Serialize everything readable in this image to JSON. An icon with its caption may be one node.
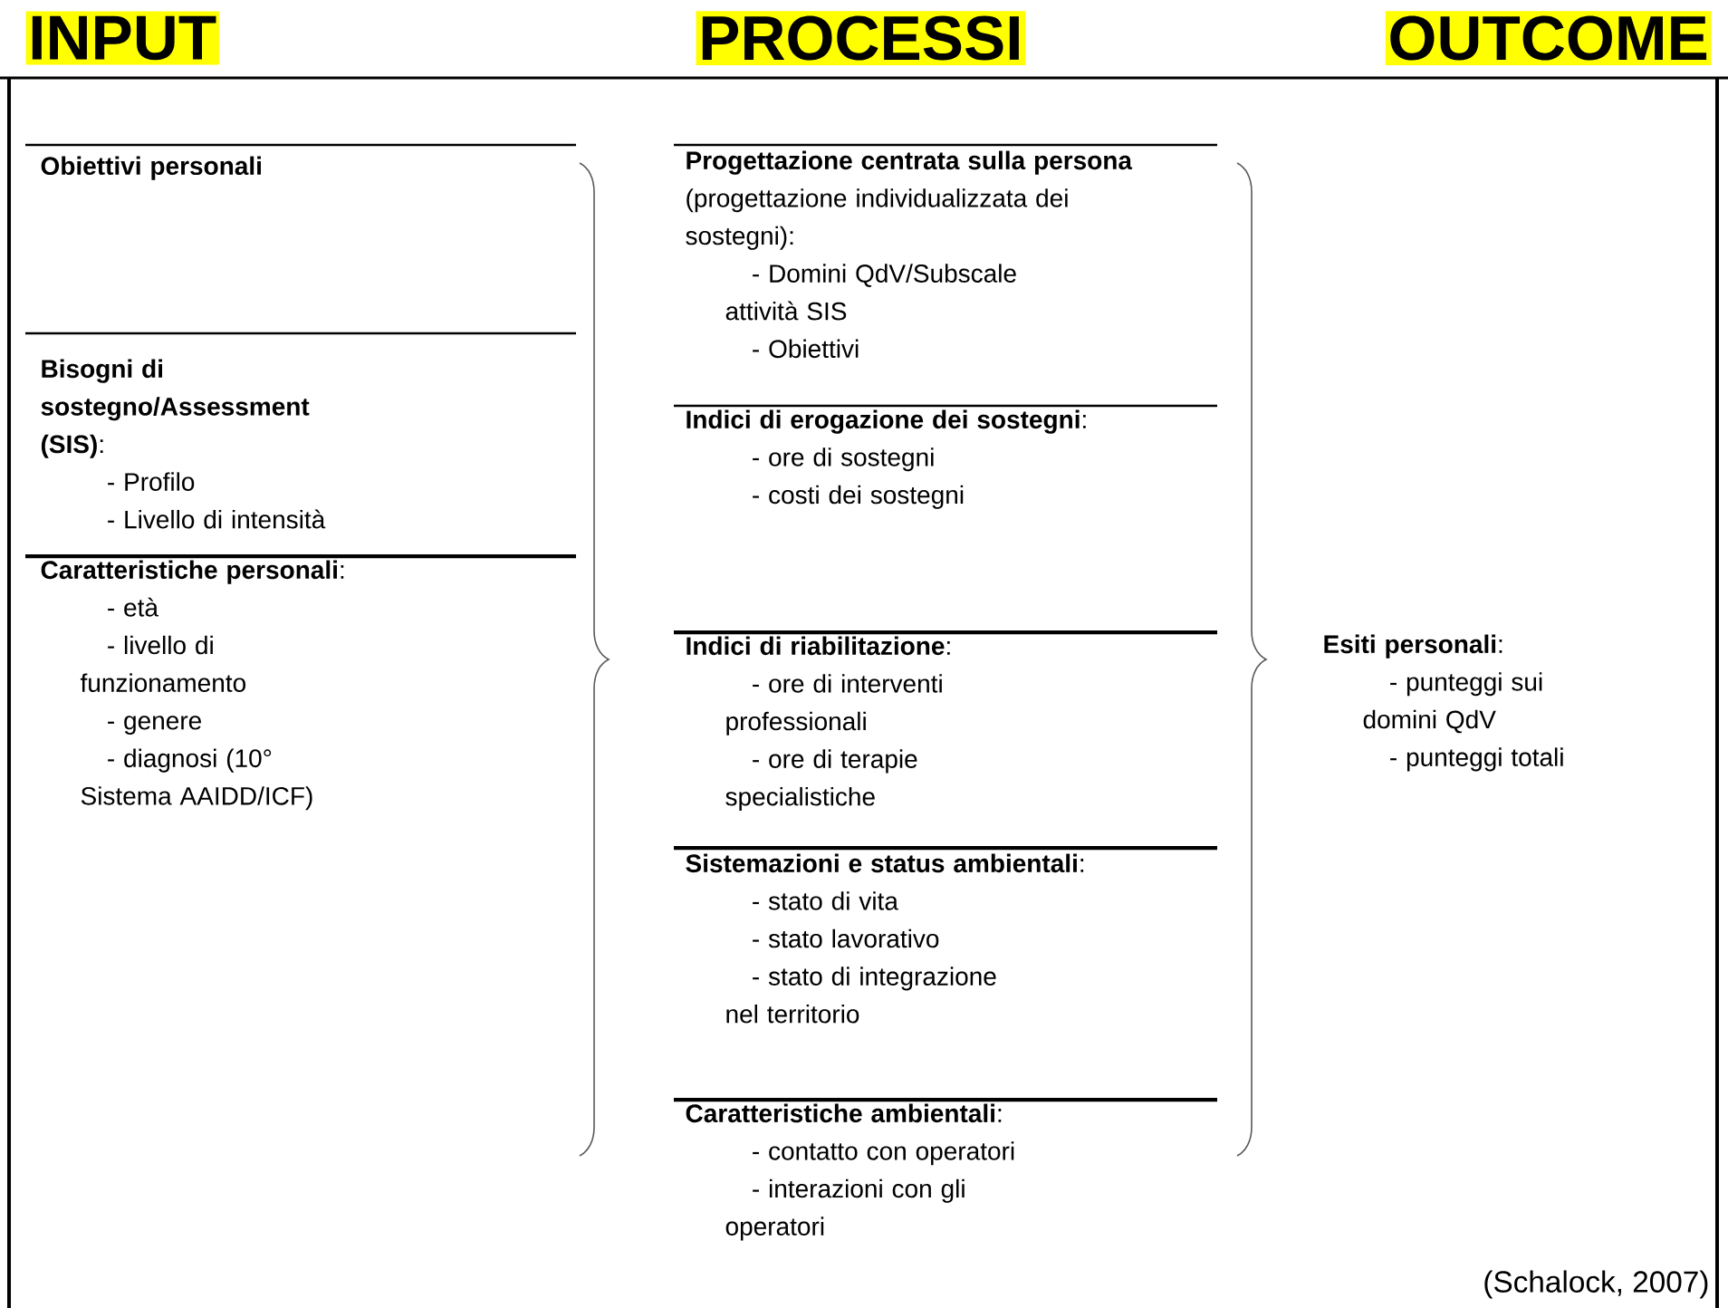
{
  "diagram": {
    "nodes": [
      {
        "text": [
          "Obiettivi personali"
        ]
      },
      {
        "text": [
          "**Bisogni di sostegno/Assessment (SIS)**:",
          "- Profilo",
          "- Livello di intensità"
        ]
      },
      {
        "text": [
          "**Caratteristiche personali**:",
          "- età",
          "- livello di funzionamento",
          "- genere",
          "- diagnosi (10° Sistema AAIDD/ICF)"
        ]
      },
      {
        "text": [
          "**Progettazione centrata sulla persona** (progettazione individualizzata dei sostegni):",
          "- Domini QdV/Subscale attività SIS",
          "- Obiettivi"
        ]
      },
      {
        "text": [
          "**Indici di erogazione dei sostegni**:",
          "- ore di sostegni",
          "- costi dei sostegni"
        ]
      },
      {
        "text": [
          "**Indici di riabilitazione**:",
          "- ore di interventi professionali",
          "- ore di terapie specialistiche"
        ]
      },
      {
        "text": [
          "**Sistemazioni e status ambientali**:",
          "- stato di vita",
          "- stato lavorativo",
          "- stato di integrazione nel territorio"
        ]
      },
      {
        "text": [
          "**Caratteristiche ambientali**:",
          "- contatto con operatori",
          "- interazioni con gli operatori"
        ]
      },
      {
        "text": [
          "**Esiti personali**:",
          "- punteggi sui domini QdV",
          "- punteggi totali"
        ]
      }
    ],
    "edges": [],
    "labels": [
      "INPUT",
      "PROCESSI",
      "OUTCOME",
      "(Schalock, 2007)"
    ]
  }
}
